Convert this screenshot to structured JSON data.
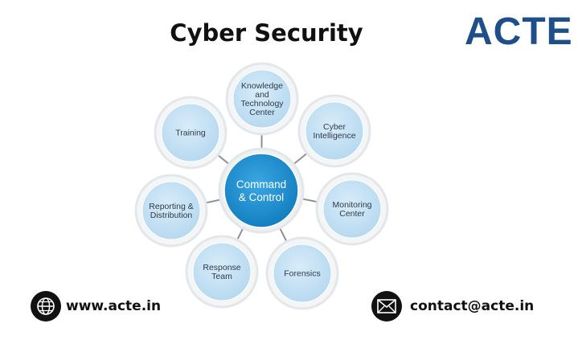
{
  "title": "Cyber Security",
  "logo": {
    "text": "ACTE"
  },
  "diagram": {
    "center": {
      "lines": [
        "Command",
        "& Control"
      ]
    },
    "nodes": [
      {
        "id": "knowledge",
        "lines": [
          "Knowledge",
          "and",
          "Technology",
          "Center"
        ]
      },
      {
        "id": "cyber-intelligence",
        "lines": [
          "Cyber",
          "Intelligence"
        ]
      },
      {
        "id": "monitoring",
        "lines": [
          "Monitoring",
          "Center"
        ]
      },
      {
        "id": "forensics",
        "lines": [
          "Forensics"
        ]
      },
      {
        "id": "response",
        "lines": [
          "Response",
          "Team"
        ]
      },
      {
        "id": "reporting",
        "lines": [
          "Reporting &",
          "Distribution"
        ]
      },
      {
        "id": "training",
        "lines": [
          "Training"
        ]
      }
    ]
  },
  "footer": {
    "website": "www.acte.in",
    "email": "contact@acte.in"
  },
  "colors": {
    "center_fill": "#1a8fd1",
    "node_fill": "#c5e2f5",
    "node_ring": "#e4e7ea",
    "connector": "#8c9196",
    "logo": "#1e4f8a"
  }
}
